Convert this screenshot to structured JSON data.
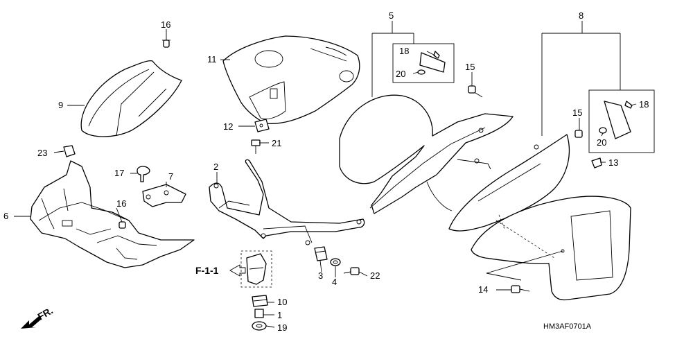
{
  "diagram": {
    "code": "HM3AF0701A",
    "direction_label": "FR.",
    "reference_label": "F-1-1",
    "callouts": {
      "c1": "1",
      "c2": "2",
      "c3": "3",
      "c4": "4",
      "c5": "5",
      "c6": "6",
      "c7": "7",
      "c8": "8",
      "c9": "9",
      "c10": "10",
      "c11": "11",
      "c12": "12",
      "c13": "13",
      "c14": "14",
      "c15a": "15",
      "c15b": "15",
      "c16a": "16",
      "c16b": "16",
      "c17": "17",
      "c18a": "18",
      "c18b": "18",
      "c19": "19",
      "c20a": "20",
      "c20b": "20",
      "c21": "21",
      "c22": "22",
      "c23": "23"
    }
  }
}
